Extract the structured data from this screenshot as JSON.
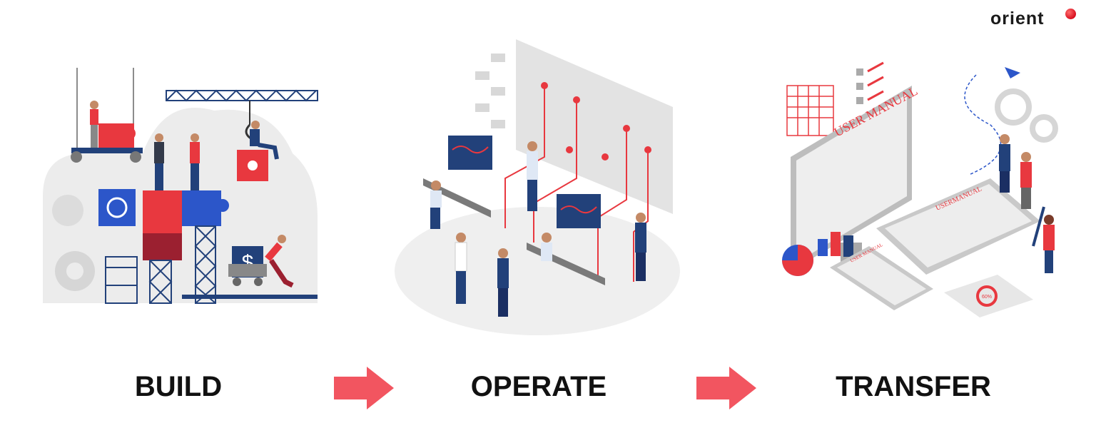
{
  "brand": {
    "name": "orient",
    "accent_color": "#E8383F"
  },
  "steps": [
    {
      "label": "BUILD",
      "icon": "construction-puzzle-illustration"
    },
    {
      "label": "OPERATE",
      "icon": "operations-monitoring-illustration"
    },
    {
      "label": "TRANSFER",
      "icon": "handover-documentation-illustration"
    }
  ],
  "transfer_scene": {
    "monitor_text": "USER MANUAL",
    "tablet_text": "USERMANUAL",
    "phone_text": "USER MANUAL",
    "gauge_text": "60%"
  },
  "colors": {
    "red": "#E8383F",
    "navy": "#1E3A8A",
    "blue": "#2C56C9",
    "gray": "#E4E4E4",
    "arrow": "#F25560"
  }
}
